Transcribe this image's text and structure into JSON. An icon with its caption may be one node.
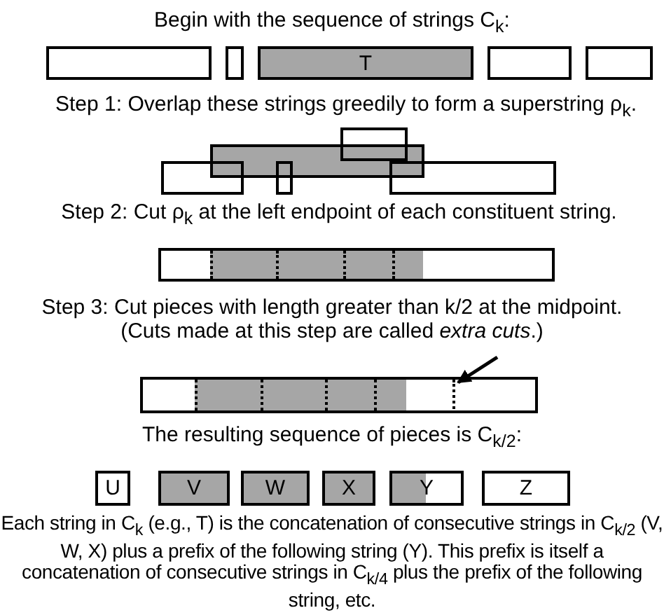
{
  "diagram": {
    "nodes": [
      {
        "text": [],
        "shape": "box"
      },
      {
        "text": [],
        "shape": "box"
      },
      {
        "text": [
          "T"
        ]
      },
      {
        "text": [],
        "shape": "box"
      },
      {
        "text": [],
        "shape": "box"
      },
      {
        "text": [],
        "shape": "box"
      },
      {
        "text": [],
        "shape": "box"
      },
      {
        "text": [],
        "shape": "box"
      },
      {
        "text": [],
        "shape": "box"
      },
      {
        "text": [],
        "shape": "box"
      },
      {
        "text": [],
        "shape": "bar"
      },
      {
        "text": [],
        "shape": "bar"
      },
      {
        "text": [],
        "shape": "line",
        "in": 11
      },
      {
        "text": [
          "U"
        ]
      },
      {
        "text": [
          "V"
        ]
      },
      {
        "text": [
          "W"
        ]
      },
      {
        "text": [
          "X"
        ]
      },
      {
        "text": [
          "Y"
        ]
      },
      {
        "text": [
          "Z"
        ]
      }
    ],
    "edges": [
      {
        "from": null,
        "to": 12,
        "arrow": "to"
      }
    ],
    "labels": [
      "Begin with the sequence of strings C$_{k}$:",
      "Step 1: Overlap these strings greedily to form a superstring ρ$_{k}$.",
      "Step 2: Cut ρ$_{k}$ at the left endpoint of each constituent string.",
      "Step 3: Cut pieces with length greater than k/2 at the midpoint.",
      "(Cuts made at this step are called *extra cuts*.)",
      "The resulting sequence of pieces is C$_{k/2}$:",
      "Each string in C$_{k}$ (e.g., T) is the concatenation of consecutive strings in C$_{k/2}$ (V, W, X) plus a prefix of the following string (Y). This prefix is itself a concatenation of consecutive strings in C$_{k/4}$ plus the prefix of the following string, etc."
    ]
  }
}
